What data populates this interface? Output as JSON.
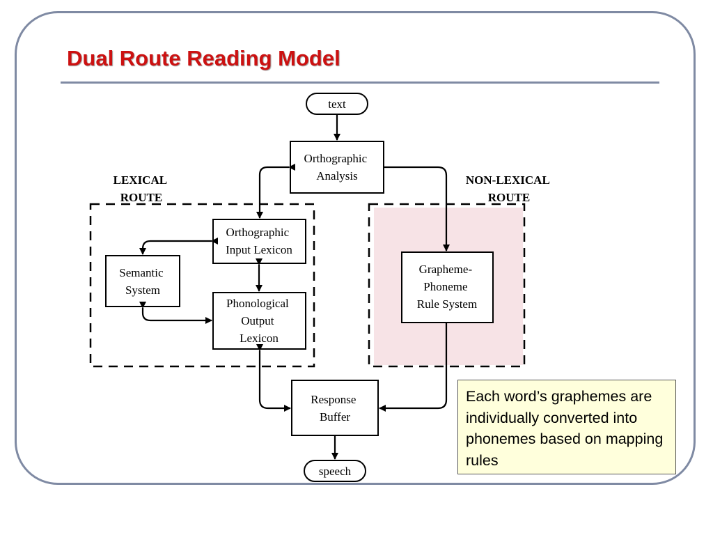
{
  "slide": {
    "title": "Dual Route Reading Model"
  },
  "diagram": {
    "nodes": {
      "text": [
        "text"
      ],
      "orthographic_analysis": [
        "Orthographic",
        "Analysis"
      ],
      "orthographic_input_lexicon": [
        "Orthographic",
        "Input Lexicon"
      ],
      "semantic_system": [
        "Semantic",
        "System"
      ],
      "phonological_output_lexicon": [
        "Phonological",
        "Output",
        "Lexicon"
      ],
      "grapheme_phoneme": [
        "Grapheme-",
        "Phoneme",
        "Rule System"
      ],
      "response_buffer": [
        "Response",
        "Buffer"
      ],
      "speech": [
        "speech"
      ]
    },
    "regions": {
      "lexical": [
        "LEXICAL",
        "ROUTE"
      ],
      "non_lexical": [
        "NON-LEXICAL",
        "ROUTE"
      ]
    },
    "colors": {
      "non_lexical_fill": "#f7e3e6",
      "note_fill": "#ffffdc",
      "title": "#cc1111",
      "frame": "#7f8aa3"
    }
  },
  "note": {
    "text": "Each word’s graphemes are individually converted into phonemes based on mapping rules"
  }
}
